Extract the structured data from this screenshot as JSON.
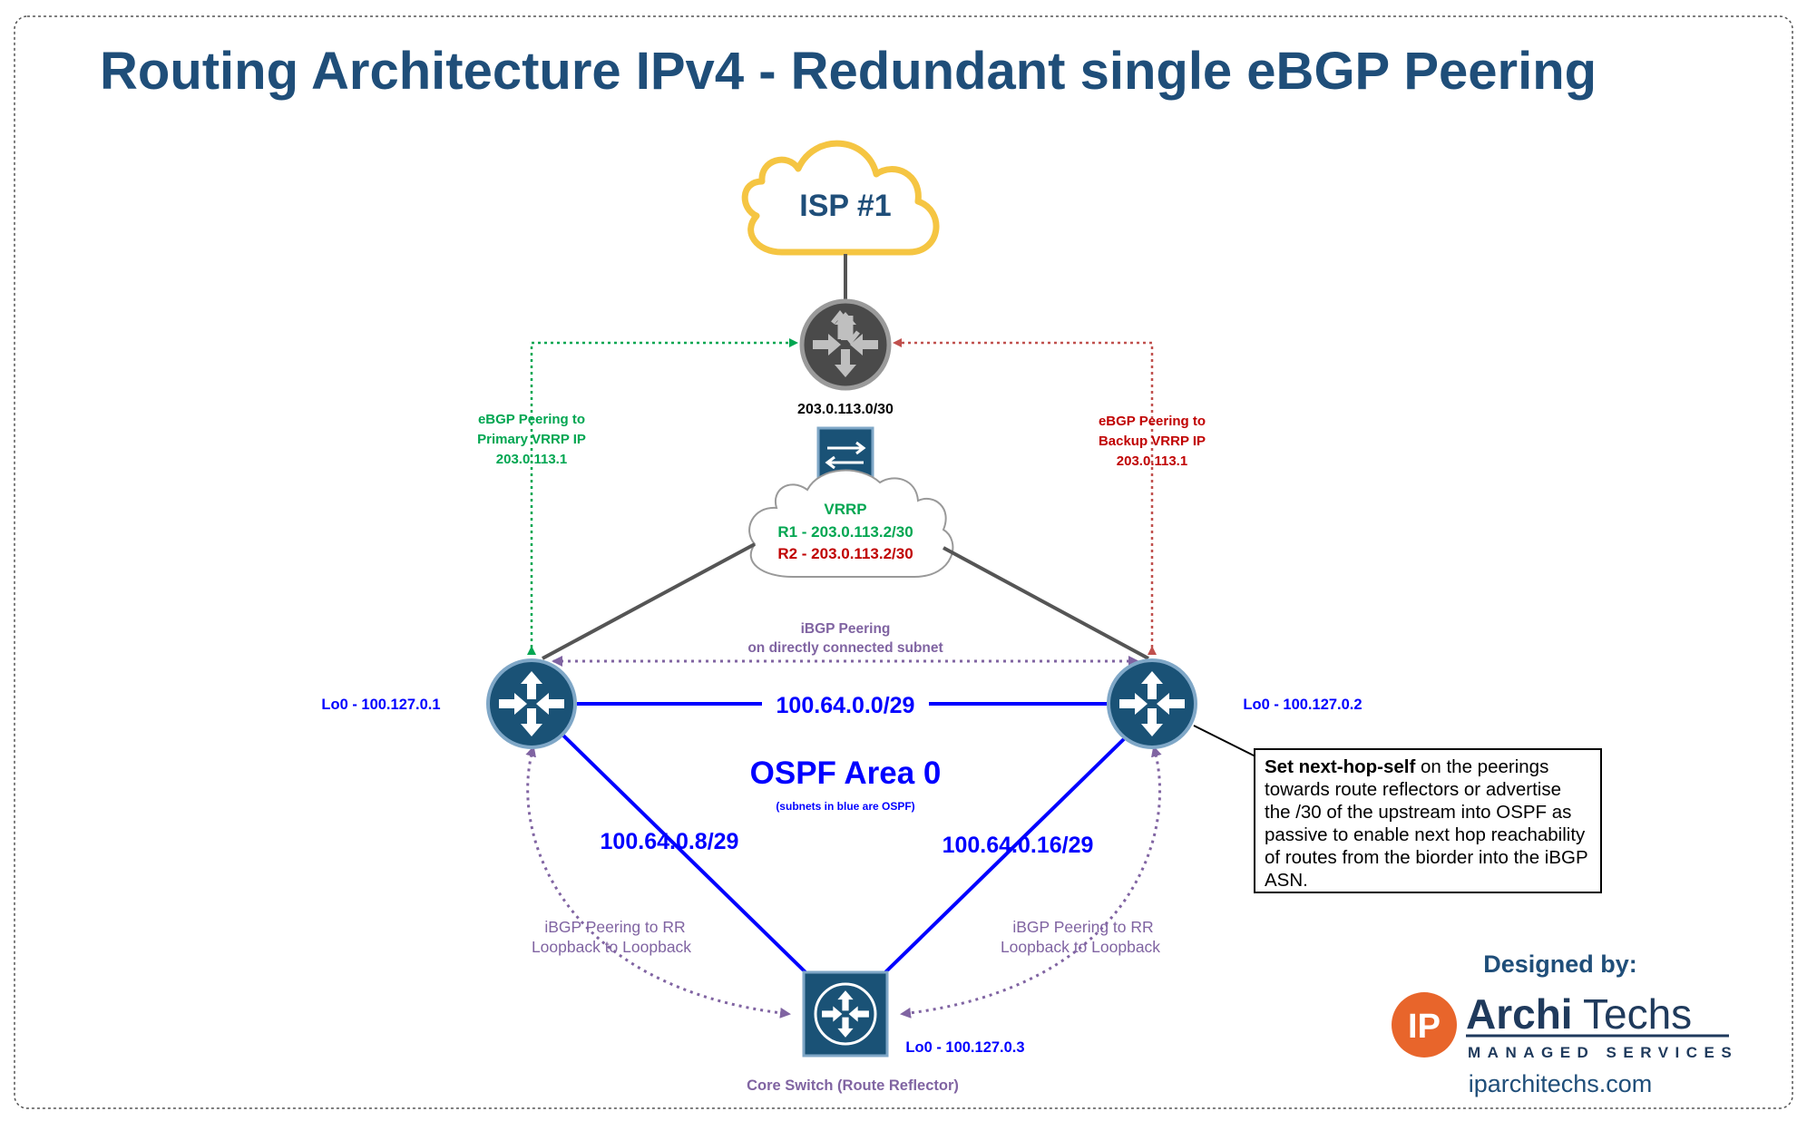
{
  "title": "Routing Architecture IPv4 - Redundant single eBGP Peering",
  "isp": {
    "label": "ISP #1"
  },
  "isp_router": {
    "subnet": "203.0.113.0/30"
  },
  "vrrp": {
    "title": "VRRP",
    "r1": "R1 - 203.0.113.2/30",
    "r2": "R2 - 203.0.113.2/30"
  },
  "ebgp_primary": {
    "line1": "eBGP Peering to",
    "line2": "Primary VRRP IP",
    "line3": "203.0.113.1"
  },
  "ebgp_backup": {
    "line1": "eBGP Peering to",
    "line2": "Backup VRRP IP",
    "line3": "203.0.113.1"
  },
  "ibgp_direct": {
    "line1": "iBGP Peering",
    "line2": "on directly connected subnet"
  },
  "router_left": {
    "loopback": "Lo0 - 100.127.0.1"
  },
  "router_right": {
    "loopback": "Lo0 - 100.127.0.2"
  },
  "core_switch": {
    "loopback": "Lo0 - 100.127.0.3",
    "name": "Core Switch (Route Reflector)"
  },
  "links": {
    "top": "100.64.0.0/29",
    "left": "100.64.0.8/29",
    "right": "100.64.0.16/29"
  },
  "ospf": {
    "title": "OSPF Area 0",
    "subtitle": "(subnets in blue are OSPF)"
  },
  "ibgp_rr_left": {
    "line1": "iBGP Peering to RR",
    "line2": "Loopback to Loopback"
  },
  "ibgp_rr_right": {
    "line1": "iBGP Peering to RR",
    "line2": "Loopback to Loopback"
  },
  "note": {
    "bold1": "Set next-hop-self",
    "rest": " on the peerings towards route reflectors or advertise the /30 of the upstream into OSPF as passive to enable next hop reachability of routes from the biorder into the iBGP ASN."
  },
  "branding": {
    "designed_by": "Designed by:",
    "badge": "IP",
    "brand1": "Archi",
    "brand2": "Techs",
    "tagline": "MANAGED SERVICES",
    "url": "iparchitechs.com"
  },
  "colors": {
    "title": "#1f4e79",
    "green": "#00a651",
    "red": "#c00000",
    "purple": "#8064a2",
    "blue": "#0000ff",
    "router": "#1a5276",
    "orange": "#e8652b"
  }
}
